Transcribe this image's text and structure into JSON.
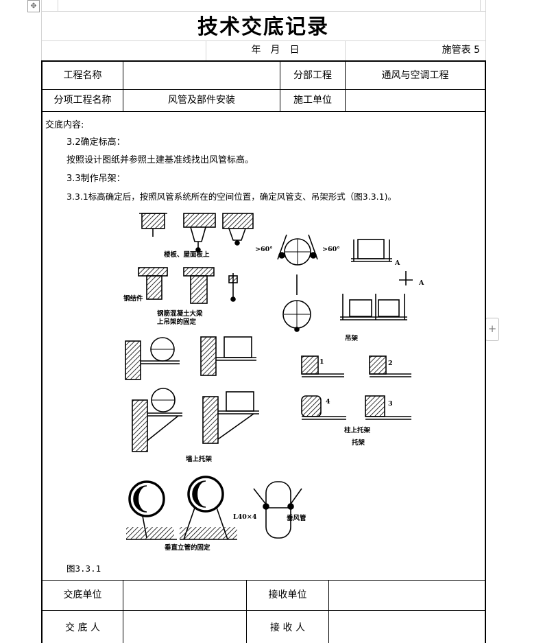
{
  "document": {
    "title": "技术交底记录",
    "date_line": "年　月　日",
    "form_code": "施管表 5"
  },
  "table": {
    "row1": {
      "project_name_label": "工程名称",
      "project_name_value": "",
      "division_label": "分部工程",
      "division_value": "通风与空调工程"
    },
    "row2": {
      "subitem_label": "分项工程名称",
      "subitem_value": "风管及部件安装",
      "contractor_label": "施工单位",
      "contractor_value": ""
    },
    "content_label": "交底内容:",
    "paragraphs": [
      "3.2确定标高：",
      "按照设计图纸并参照土建基准线找出风管标高。",
      "3.3制作吊架：",
      "3.3.1标高确定后，按照风管系统所在的空间位置，确定风管支、吊架形式（图3.3.1)。"
    ],
    "figure_caption": "图3.3.1",
    "footer": {
      "issuing_unit_label": "交底单位",
      "receiving_unit_label": "接收单位",
      "issuer_label": "交 底 人",
      "receiver_label": "接 收 人"
    }
  },
  "figure": {
    "labels": {
      "floor_slab": "楼板、屋面板上",
      "steel_member": "钢结件",
      "rc_beam_line1": "钢筋混凝土大梁",
      "rc_beam_line2": "上吊架的固定",
      "angle_left": ">60°",
      "angle_right": ">60°",
      "section_a1": "A",
      "section_a2": "A",
      "hanger": "吊架",
      "wall_bracket": "墙上托架",
      "column_bracket_line1": "柱上托架",
      "column_bracket_line2": "托架",
      "num_1": "1",
      "num_2": "2",
      "num_3": "3",
      "num_4": "4",
      "angle_steel": "L40×4",
      "vertical_duct": "垂风管",
      "vertical_fixing": "垂直立管的固定"
    }
  },
  "ui": {
    "move_handle_glyph": "✥",
    "add_button_glyph": "+"
  }
}
